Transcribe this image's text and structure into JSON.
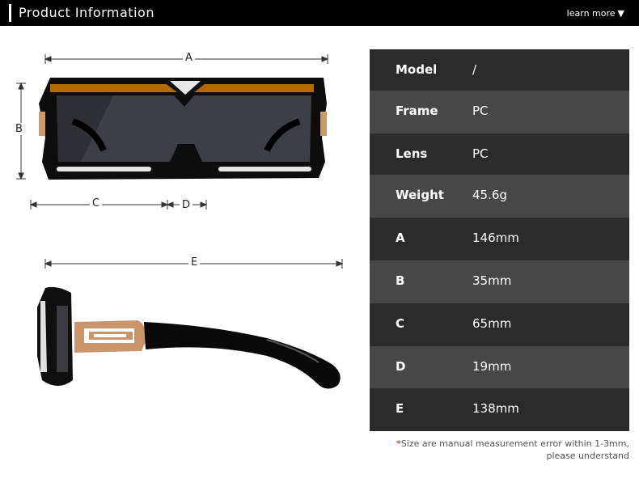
{
  "header": {
    "title": "Product Information",
    "more": "learn more"
  },
  "specs": [
    {
      "key": "Model",
      "value": "/"
    },
    {
      "key": "Frame",
      "value": "PC"
    },
    {
      "key": "Lens",
      "value": "PC"
    },
    {
      "key": "Weight",
      "value": "45.6g"
    },
    {
      "key": "A",
      "value": "146mm"
    },
    {
      "key": "B",
      "value": "35mm"
    },
    {
      "key": "C",
      "value": "65mm"
    },
    {
      "key": "D",
      "value": "19mm"
    },
    {
      "key": "E",
      "value": "138mm"
    }
  ],
  "dims": {
    "a": "A",
    "b": "B",
    "c": "C",
    "d": "D",
    "e": "E"
  },
  "note": {
    "star": "*",
    "line1": "Size are manual measurement error within 1-3mm,",
    "line2": "please understand"
  },
  "icons": {
    "more": "caret-down-icon"
  }
}
